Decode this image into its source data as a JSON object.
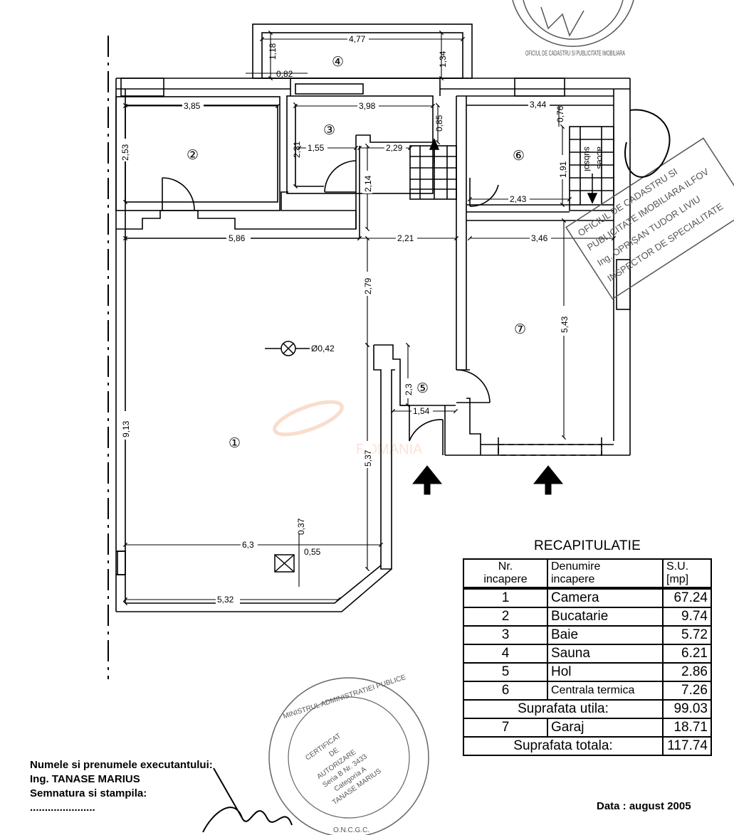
{
  "plan": {
    "rooms": [
      "①",
      "②",
      "③",
      "④",
      "⑤",
      "⑥",
      "⑦"
    ],
    "dims": {
      "d477": "4,77",
      "d118": "1,18",
      "d082": "0,82",
      "d134": "1,34",
      "d385": "3,85",
      "d398": "3,98",
      "d085": "0,85",
      "d344": "3,44",
      "d076": "0,76",
      "d253": "2,53",
      "d231": "2,31",
      "d155": "1,55",
      "d229": "2,29",
      "d214": "2,14",
      "d191": "1,91",
      "d243": "2,43",
      "d586": "5,86",
      "d221": "2,21",
      "d346": "3,46",
      "d279": "2,79",
      "d543": "5,43",
      "d042": "Ø0,42",
      "d913": "9,13",
      "d23": "2,3",
      "d154": "1,54",
      "d537": "5,37",
      "d037": "0,37",
      "d63": "6,3",
      "d055": "0,55",
      "d532": "5,32"
    },
    "stair_label_1": "acces",
    "stair_label_2": "subsol",
    "watermark": "ROMANIA"
  },
  "stamps": {
    "top_stamp_text": "OFICIUL DE CADASTRU SI PUBLICITATE IMOBILIARA",
    "ocpi_line1": "OFICIUL DE CADASTRU SI",
    "ocpi_line2": "PUBLICITATE IMOBILIARA ILFOV",
    "ocpi_line3": "Ing. OPRIȘAN TUDOR LIVIU",
    "ocpi_line4": "INSPECTOR DE SPECIALITATE",
    "round_outer": "MINISTRUL ADMINISTRATIEI PUBLICE",
    "round_bottom": "O.N.C.G.C.",
    "round_inner1": "CERTIFICAT",
    "round_inner2": "DE",
    "round_inner3": "AUTORIZARE",
    "round_inner4": "Seria B Nr. 3433",
    "round_inner5": "Categoria A",
    "round_inner6": "TANASE MARIUS"
  },
  "recap": {
    "title": "RECAPITULATIE",
    "headers": [
      "Nr.\nincapere",
      "Denumire\nincapere",
      "S.U.\n[mp]"
    ],
    "rows": [
      {
        "nr": "1",
        "name": "Camera",
        "su": "67.24"
      },
      {
        "nr": "2",
        "name": "Bucatarie",
        "su": "9.74"
      },
      {
        "nr": "3",
        "name": "Baie",
        "su": "5.72"
      },
      {
        "nr": "4",
        "name": "Sauna",
        "su": "6.21"
      },
      {
        "nr": "5",
        "name": "Hol",
        "su": "2.86"
      },
      {
        "nr": "6",
        "name": "Centrala termica",
        "su": "7.26"
      }
    ],
    "util_label": "Suprafata utila:",
    "util_value": "99.03",
    "garage": {
      "nr": "7",
      "name": "Garaj",
      "su": "18.71"
    },
    "total_label": "Suprafata totala:",
    "total_value": "117.74"
  },
  "footer": {
    "executant_label": "Numele si prenumele executantului:",
    "executant_name": "Ing. TANASE MARIUS",
    "signature_label": "Semnatura si stampila:",
    "dots": "......................",
    "date": "Data : august 2005"
  }
}
